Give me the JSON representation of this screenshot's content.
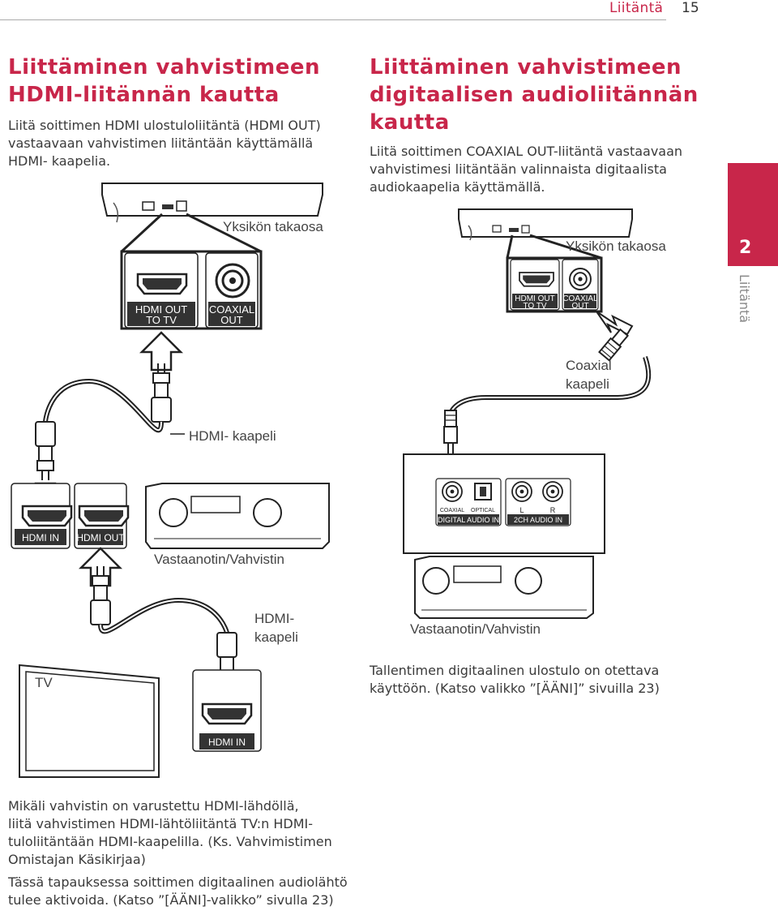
{
  "header": {
    "section": "Liitäntä",
    "page_number": "15"
  },
  "side_tab": {
    "number": "2",
    "label": "Liitäntä"
  },
  "left": {
    "title_line1": "Liittäminen vahvistimeen",
    "title_line2": "HDMI-liitännän kautta",
    "text_line1": "Liitä soittimen HDMI ulostuloliitäntä (HDMI OUT)",
    "text_line2": "vastaavaan vahvistimen liitäntään käyttämällä",
    "text_line3": "HDMI- kaapelia."
  },
  "right": {
    "title_line1": "Liittäminen vahvistimeen",
    "title_line2": "digitaalisen audioliitännän",
    "title_line3": "kautta",
    "text_line1": "Liitä soittimen COAXIAL OUT-liitäntä vastaavaan",
    "text_line2": "vahvistimesi liitäntään valinnaista digitaalista",
    "text_line3": "audiokaapelia käyttämällä."
  },
  "diagram_left": {
    "unit_back": "Yksikön takaosa",
    "hdmi_out_line1": "HDMI OUT",
    "hdmi_out_line2": "TO TV",
    "coaxial_line1": "COAXIAL",
    "coaxial_line2": "OUT",
    "hdmi_cable": "HDMI- kaapeli",
    "hdmi_in": "HDMI IN",
    "hdmi_out": "HDMI OUT",
    "receiver": "Vastaanotin/Vahvistin",
    "hdmi_cable2_line1": "HDMI-",
    "hdmi_cable2_line2": "kaapeli",
    "tv": "TV",
    "tv_hdmi_in": "HDMI IN"
  },
  "diagram_right": {
    "unit_back": "Yksikön takaosa",
    "hdmi_out_line1": "HDMI OUT",
    "hdmi_out_line2": "TO TV",
    "coaxial_line1": "COAXIAL",
    "coaxial_line2": "OUT",
    "coaxial_cable_line1": "Coaxial",
    "coaxial_cable_line2": "kaapeli",
    "panel_coaxial": "COAXIAL",
    "panel_optical": "OPTICAL",
    "panel_l": "L",
    "panel_r": "R",
    "digital_audio_in": "DIGITAL AUDIO IN",
    "audio_2ch_in": "2CH AUDIO IN",
    "receiver": "Vastaanotin/Vahvistin"
  },
  "note_right": {
    "line1": "Tallentimen digitaalinen ulostulo on otettava",
    "line2": "käyttöön. (Katso valikko ”[ÄÄNI]” sivuilla 23)"
  },
  "bottom": {
    "line1": "Mikäli vahvistin on varustettu HDMI-lähdöllä,",
    "line2": "liitä vahvistimen HDMI-lähtöliitäntä TV:n HDMI-",
    "line3": "tuloliitäntään HDMI-kaapelilla. (Ks. Vahvimistimen",
    "line4": "Omistajan Käsikirjaa)",
    "line5": "Tässä tapauksessa soittimen digitaalinen audiolähtö",
    "line6": "tulee aktivoida. (Katso ”[ÄÄNI]-valikko” sivulla 23)"
  }
}
